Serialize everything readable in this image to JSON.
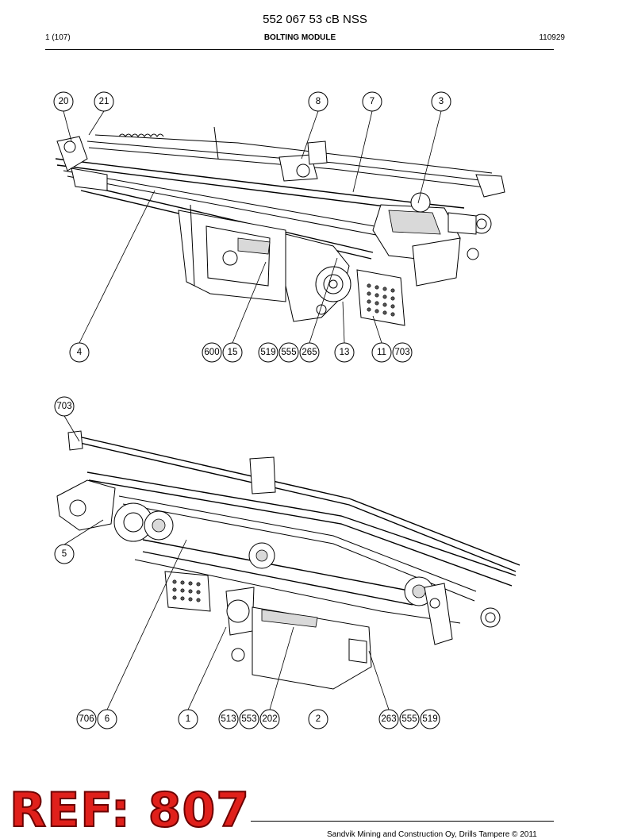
{
  "header": {
    "doc_number": "552 067 53 cB NSS",
    "page": "1 (107)",
    "title": "BOLTING MODULE",
    "date_code": "110929"
  },
  "figure_top": {
    "callouts": [
      "20",
      "21",
      "8",
      "7",
      "3",
      "4",
      "600",
      "15",
      "519",
      "555",
      "265",
      "13",
      "11",
      "703"
    ]
  },
  "figure_bottom": {
    "callouts": [
      "703",
      "5",
      "706",
      "6",
      "1",
      "513",
      "553",
      "202",
      "2",
      "263",
      "555",
      "519"
    ]
  },
  "stamp": "REF: 807",
  "footer": {
    "text": "Sandvik Mining and Construction Oy, Drills Tampere © 2011"
  }
}
